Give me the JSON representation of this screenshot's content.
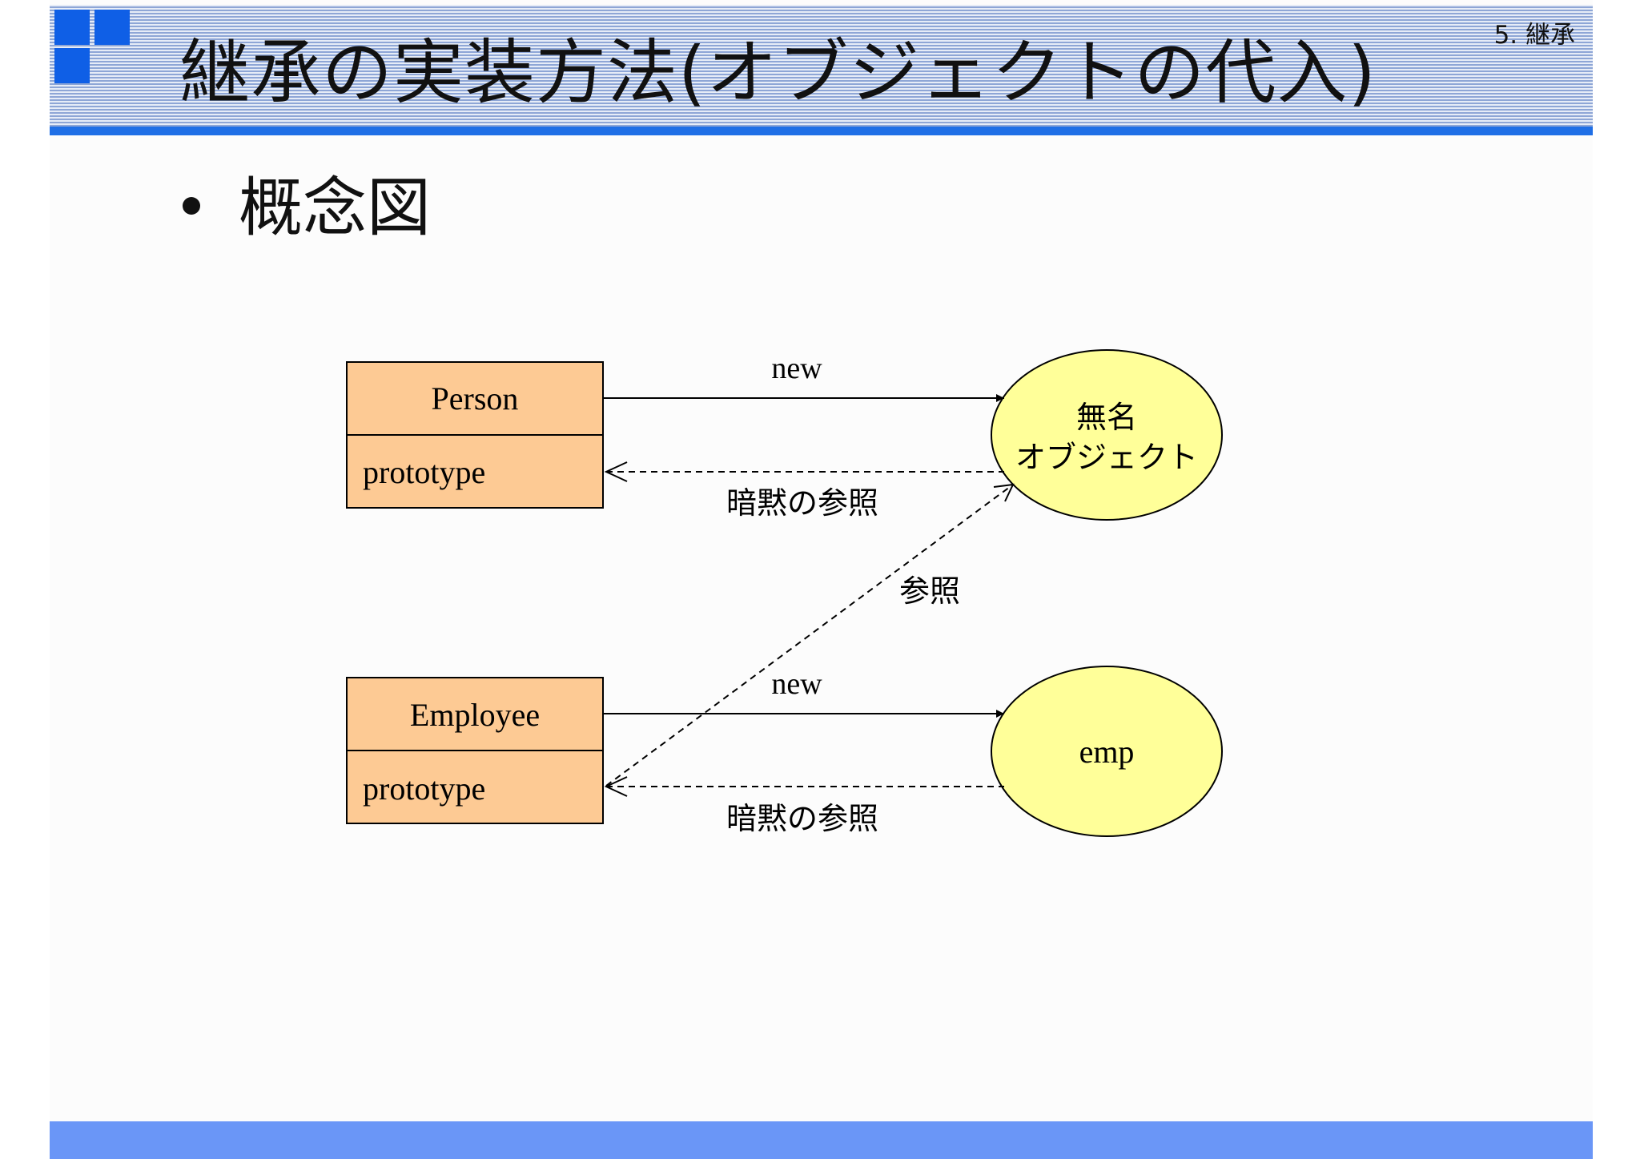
{
  "header": {
    "title": "継承の実装方法(オブジェクトの代入)",
    "section": "5. 継承"
  },
  "bullet": {
    "text": "概念図"
  },
  "diagram": {
    "classes": [
      {
        "name": "Person",
        "field": "prototype"
      },
      {
        "name": "Employee",
        "field": "prototype"
      }
    ],
    "objects": [
      {
        "line1": "無名",
        "line2": "オブジェクト"
      },
      {
        "line1": "emp"
      }
    ],
    "edges": {
      "new_top": "new",
      "implicit_top": "暗黙の参照",
      "reference": "参照",
      "new_bottom": "new",
      "implicit_bottom": "暗黙の参照"
    }
  },
  "colors": {
    "header_rule": "#1f6fe6",
    "logo": "#0f5fe6",
    "class_box": "#fdca94",
    "object_ellipse": "#ffff99",
    "footer": "#6a96f7"
  }
}
